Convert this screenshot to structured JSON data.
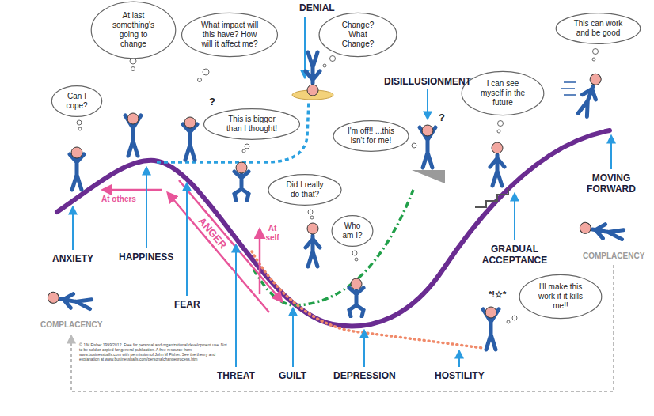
{
  "diagram": {
    "nodes": [
      {
        "text": [
          "Can I cope?"
        ]
      },
      {
        "text": [
          "At last something's going to change"
        ]
      },
      {
        "text": [
          "What impact will this have? How will it affect me?"
        ]
      },
      {
        "text": [
          "Change? What Change?"
        ]
      },
      {
        "text": [
          "This is bigger than I thought!"
        ]
      },
      {
        "text": [
          "I'm off!! ...this isn't for me!"
        ]
      },
      {
        "text": [
          "Did I really do that?"
        ]
      },
      {
        "text": [
          "Who am I?"
        ]
      },
      {
        "text": [
          "I can see myself in the future"
        ]
      },
      {
        "text": [
          "This can work and be good"
        ]
      },
      {
        "text": [
          "I'll make this work if it kills me!!"
        ]
      }
    ],
    "labels": [
      "DENIAL",
      "DISILLUSIONMENT",
      "?",
      "?",
      "At others",
      "ANGER",
      "At self",
      "ANXIETY",
      "HAPPINESS",
      "FEAR",
      "COMPLACENCY",
      "© J M Fisher 1999/2012. Free for personal and organizational development use. Not to be sold or copied for general publication. A free resource from www.businessballs.com with permission of John M Fisher. See the theory and explanation at www.businessballs.com/personalchangeprocess.htm",
      "THREAT",
      "GUILT",
      "DEPRESSION",
      "HOSTILITY",
      "*!☆*",
      "GRADUAL ACCEPTANCE",
      "MOVING FORWARD",
      "COMPLACENCY"
    ]
  }
}
